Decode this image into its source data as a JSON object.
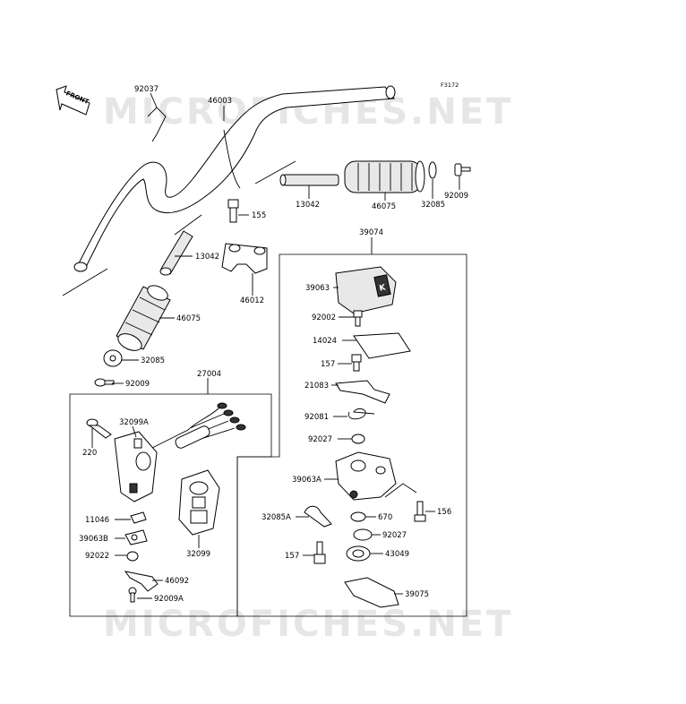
{
  "figure_code": "F3172",
  "watermark": "MICROFICHES.NET",
  "front_label": "FRONT",
  "parts": {
    "p92037": "92037",
    "p46003": "46003",
    "p13042a": "13042",
    "p46075a": "46075",
    "p32085a": "32085",
    "p92009a": "92009",
    "p155": "155",
    "p13042b": "13042",
    "p46012": "46012",
    "p46075b": "46075",
    "p32085b": "32085",
    "p92009b": "92009",
    "p39074": "39074",
    "p39063": "39063",
    "p92002": "92002",
    "p14024": "14024",
    "p157a": "157",
    "p21083": "21083",
    "p92081": "92081",
    "p92027a": "92027",
    "p39063A": "39063A",
    "p27004": "27004",
    "p32099A": "32099A",
    "p220": "220",
    "p32099": "32099",
    "p11046": "11046",
    "p39063B": "39063B",
    "p92022": "92022",
    "p46092": "46092",
    "p92009A": "92009A",
    "p32085A": "32085A",
    "p670": "670",
    "p156": "156",
    "p92027b": "92027",
    "p157b": "157",
    "p43049": "43049",
    "p39075": "39075"
  },
  "decal_text": "K"
}
